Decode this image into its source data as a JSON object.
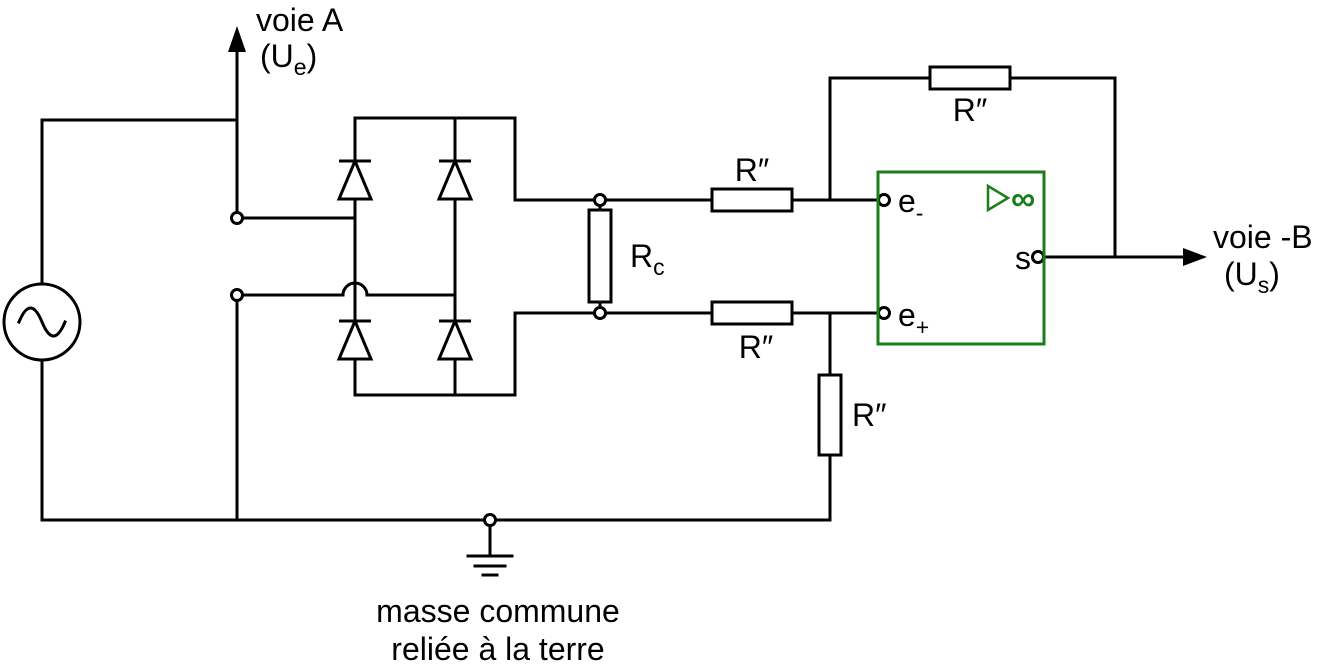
{
  "diagram": {
    "kind": "circuit-schematic",
    "description": "Diode bridge rectifier with op-amp differential stage"
  },
  "colors": {
    "background": "#ffffff",
    "wire": "#000000",
    "text": "#000000",
    "opamp": "#1b7e1b"
  },
  "labels": {
    "channel_a": {
      "name": "voie A",
      "u_open": "(U",
      "u_sub": "e",
      "u_close": ")"
    },
    "channel_b": {
      "name": "voie -B",
      "u_open": "(U",
      "u_sub": "s",
      "u_close": ")"
    },
    "resistors": {
      "feedback": "R″",
      "input_minus": "R″",
      "input_plus": "R″",
      "to_ground": "R″",
      "load_main": "R",
      "load_sub": "c"
    },
    "opamp": {
      "e_minus_main": "e",
      "e_minus_sub": "-",
      "e_plus_main": "e",
      "e_plus_sub": "+",
      "output": "s",
      "gain": "∞"
    },
    "ground_caption_line1": "masse commune",
    "ground_caption_line2": "reliée à la terre"
  }
}
